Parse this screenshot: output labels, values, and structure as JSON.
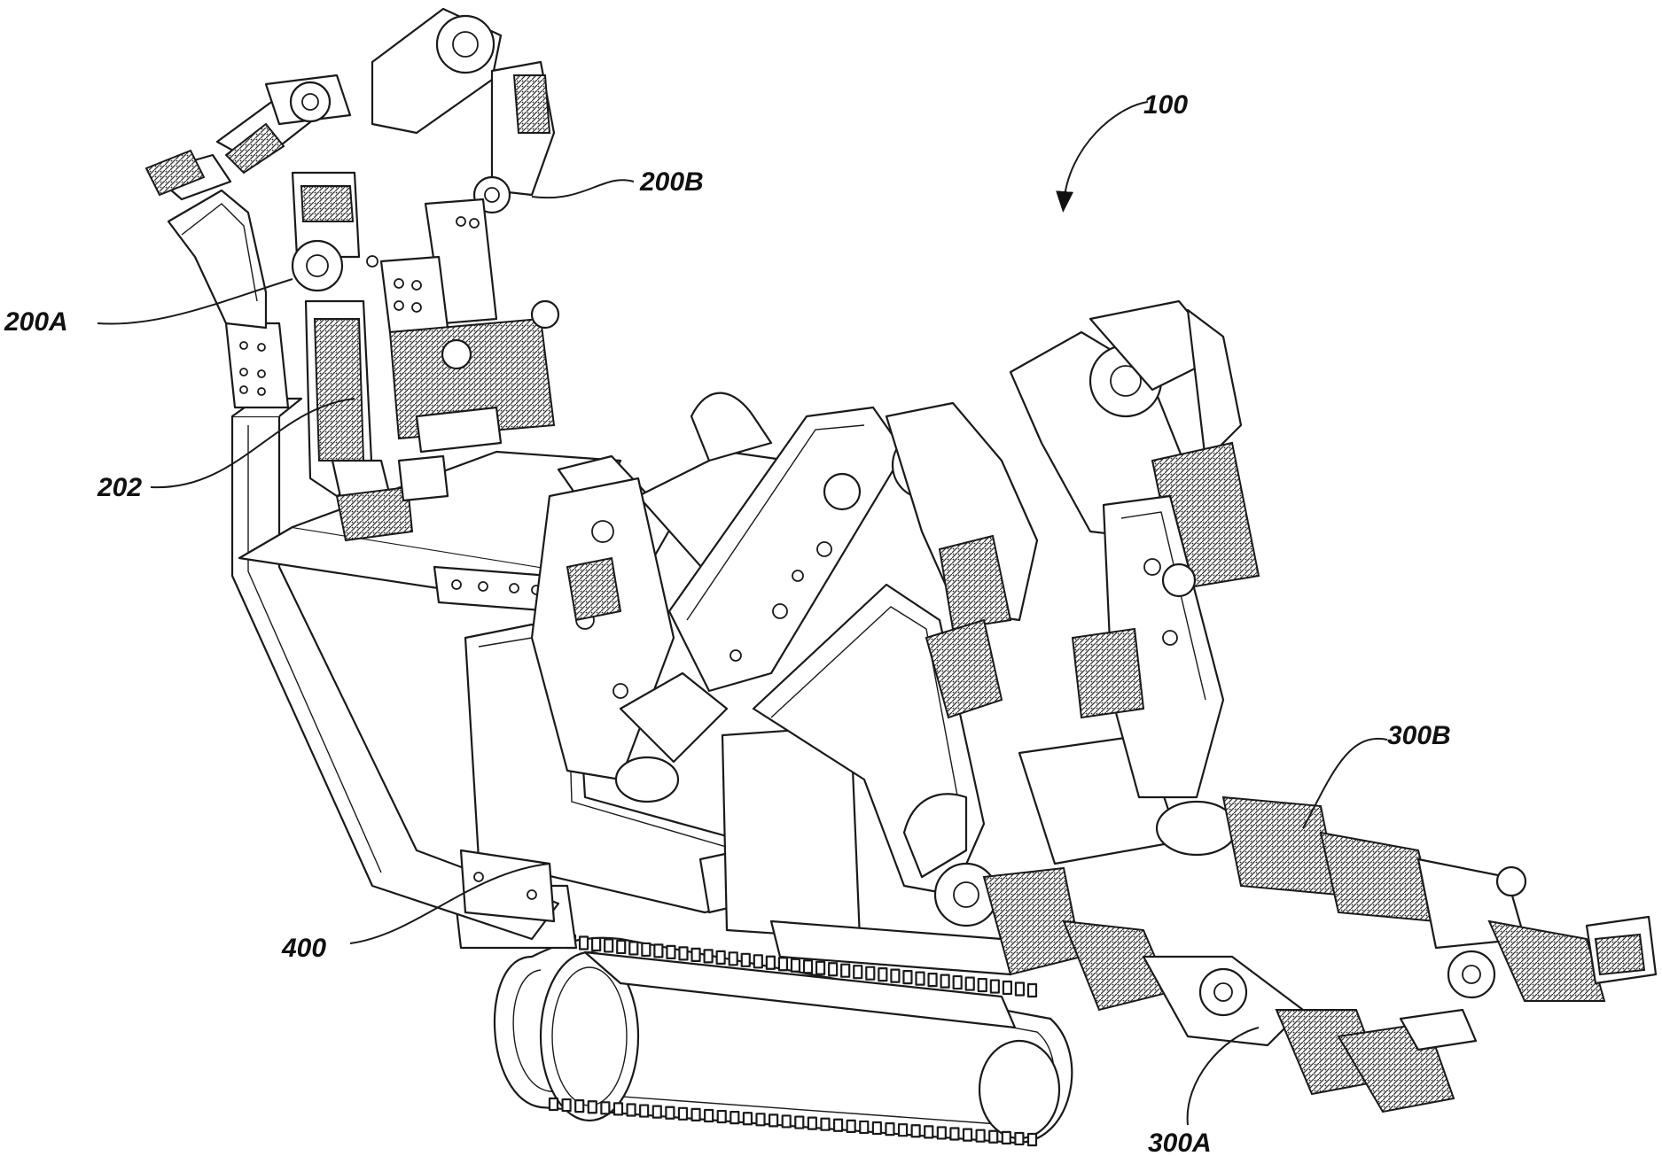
{
  "figure": {
    "reference_labels": {
      "robot": "100",
      "arm_left": "200A",
      "arm_right": "200B",
      "end_effector": "202",
      "leg_left": "300A",
      "leg_right": "300B",
      "base": "400"
    }
  },
  "icons": {
    "arrow": "curved-arrow-icon"
  }
}
